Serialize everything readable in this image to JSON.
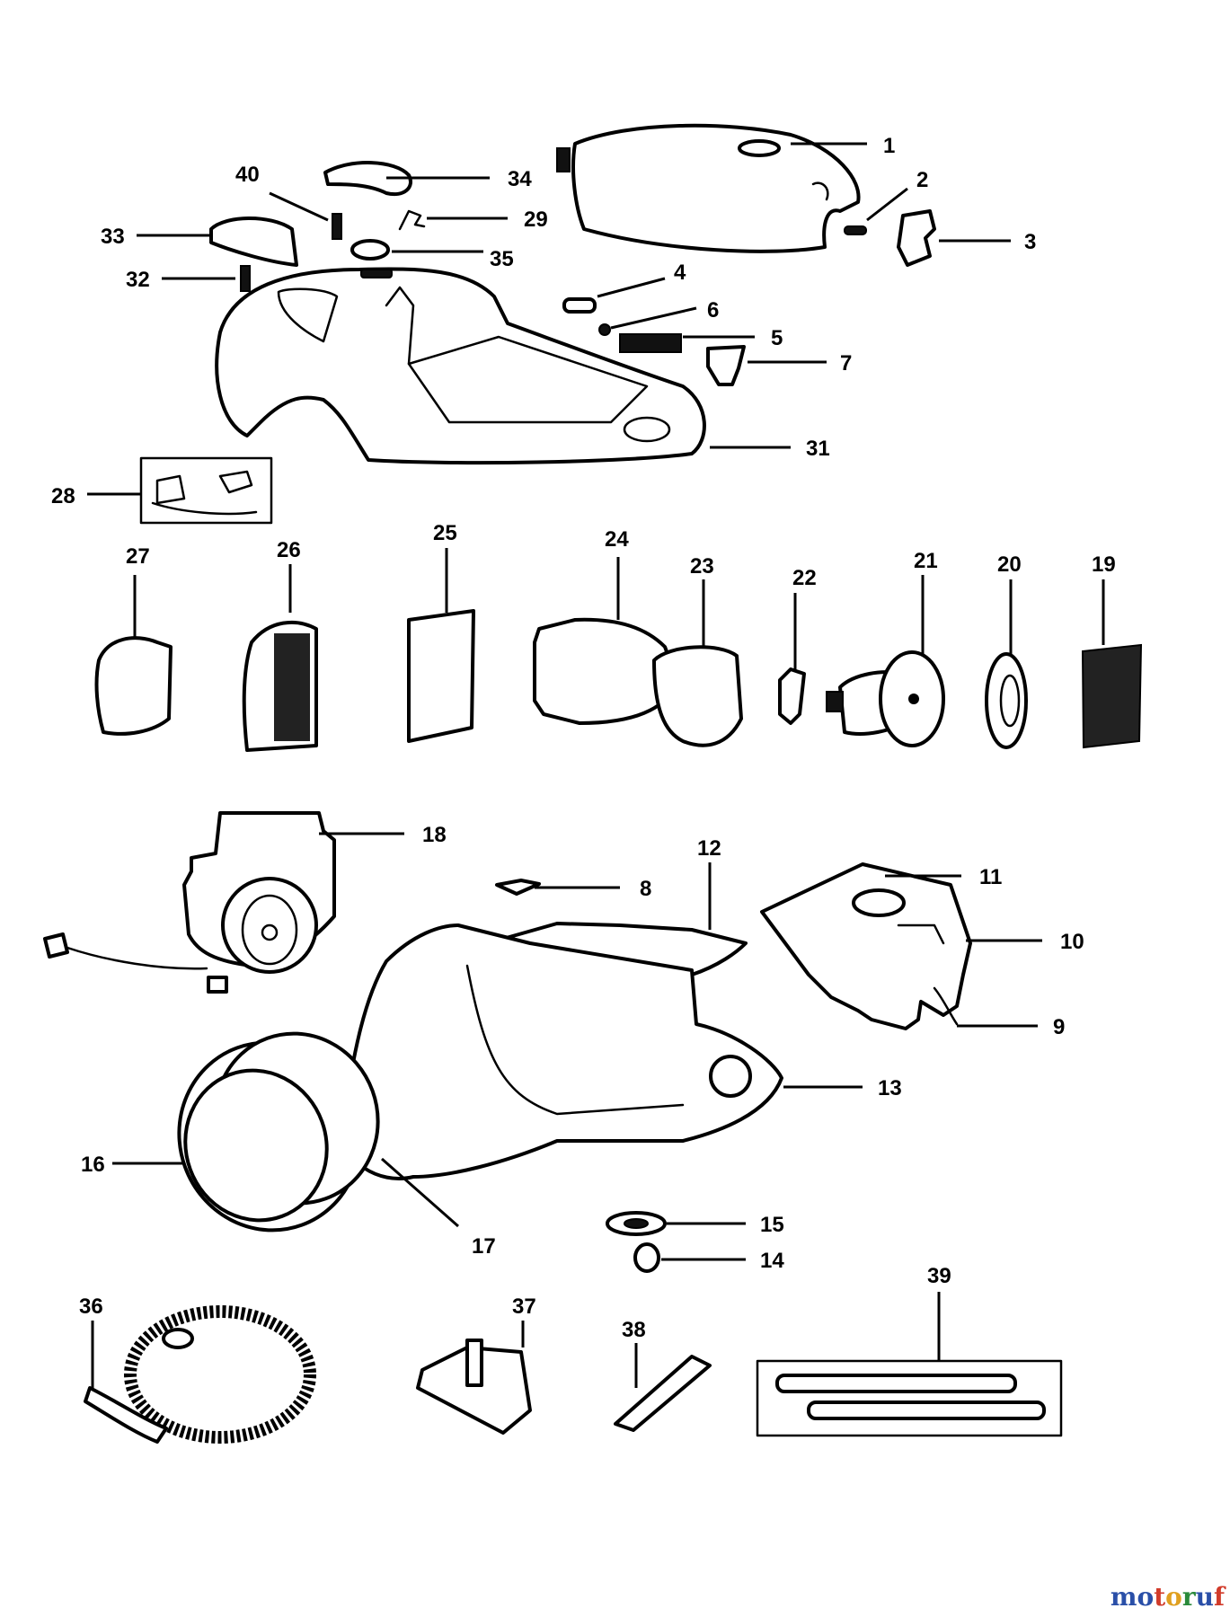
{
  "diagram": {
    "callouts": [
      {
        "id": "1",
        "label": "1"
      },
      {
        "id": "2",
        "label": "2"
      },
      {
        "id": "3",
        "label": "3"
      },
      {
        "id": "4",
        "label": "4"
      },
      {
        "id": "5",
        "label": "5"
      },
      {
        "id": "6",
        "label": "6"
      },
      {
        "id": "7",
        "label": "7"
      },
      {
        "id": "8",
        "label": "8"
      },
      {
        "id": "9",
        "label": "9"
      },
      {
        "id": "10",
        "label": "10"
      },
      {
        "id": "11",
        "label": "11"
      },
      {
        "id": "12",
        "label": "12"
      },
      {
        "id": "13",
        "label": "13"
      },
      {
        "id": "14",
        "label": "14"
      },
      {
        "id": "15",
        "label": "15"
      },
      {
        "id": "16",
        "label": "16"
      },
      {
        "id": "17",
        "label": "17"
      },
      {
        "id": "18",
        "label": "18"
      },
      {
        "id": "19",
        "label": "19"
      },
      {
        "id": "20",
        "label": "20"
      },
      {
        "id": "21",
        "label": "21"
      },
      {
        "id": "22",
        "label": "22"
      },
      {
        "id": "23",
        "label": "23"
      },
      {
        "id": "24",
        "label": "24"
      },
      {
        "id": "25",
        "label": "25"
      },
      {
        "id": "26",
        "label": "26"
      },
      {
        "id": "27",
        "label": "27"
      },
      {
        "id": "28",
        "label": "28"
      },
      {
        "id": "29",
        "label": "29"
      },
      {
        "id": "31",
        "label": "31"
      },
      {
        "id": "32",
        "label": "32"
      },
      {
        "id": "33",
        "label": "33"
      },
      {
        "id": "34",
        "label": "34"
      },
      {
        "id": "35",
        "label": "35"
      },
      {
        "id": "36",
        "label": "36"
      },
      {
        "id": "37",
        "label": "37"
      },
      {
        "id": "38",
        "label": "38"
      },
      {
        "id": "39",
        "label": "39"
      },
      {
        "id": "40",
        "label": "40"
      }
    ]
  },
  "watermark": {
    "letters": [
      "m",
      "o",
      "t",
      "o",
      "r",
      "u",
      "f"
    ],
    "colors": [
      "#2a4fa8",
      "#2a4fa8",
      "#d13b2a",
      "#e0a020",
      "#2a8a3a",
      "#2a4fa8",
      "#d13b2a"
    ]
  }
}
